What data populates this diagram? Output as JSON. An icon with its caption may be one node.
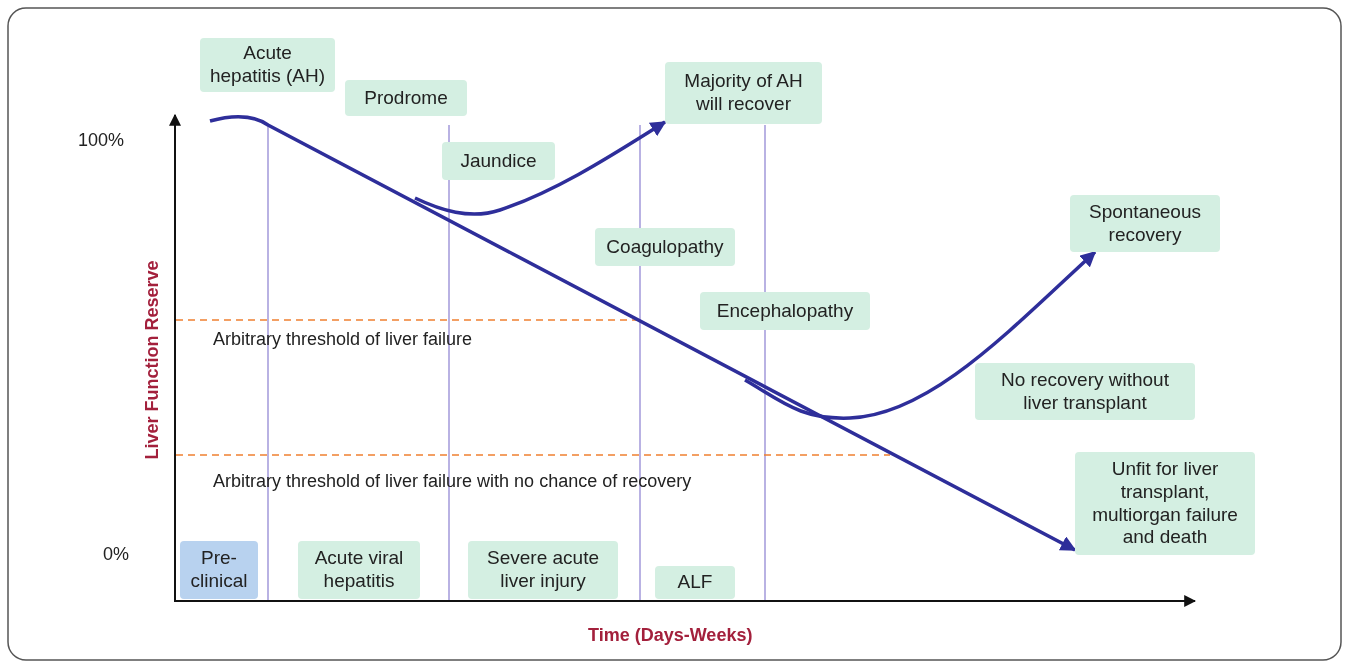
{
  "diagram": {
    "nodes": [
      {
        "text": [
          "Acute hepatitis (AH)"
        ]
      },
      {
        "text": [
          "Prodrome"
        ]
      },
      {
        "text": [
          "Majority of AH will recover"
        ]
      },
      {
        "text": [
          "Jaundice"
        ]
      },
      {
        "text": [
          "Spontaneous recovery"
        ]
      },
      {
        "text": [
          "Coagulopathy"
        ]
      },
      {
        "text": [
          "Encephalopathy"
        ]
      },
      {
        "text": [
          "No recovery without liver transplant"
        ]
      },
      {
        "text": [
          "Unfit for liver transplant, multiorgan failure and death"
        ]
      },
      {
        "text": [
          "Pre-clinical"
        ]
      },
      {
        "text": [
          "Acute viral hepatitis"
        ]
      },
      {
        "text": [
          "Severe acute liver injury"
        ]
      },
      {
        "text": [
          "ALF"
        ]
      }
    ],
    "edges": [
      {
        "from": null,
        "to": 8,
        "arrow": "to"
      },
      {
        "from": null,
        "to": 2,
        "arrow": "to"
      },
      {
        "from": null,
        "to": 4,
        "arrow": "to"
      }
    ],
    "labels": [
      "100%",
      "0%",
      "Arbitrary threshold of liver failure",
      "Arbitrary threshold of liver failure with no chance of recovery",
      "Liver Function Reserve",
      "Time (Days-Weeks)"
    ]
  }
}
